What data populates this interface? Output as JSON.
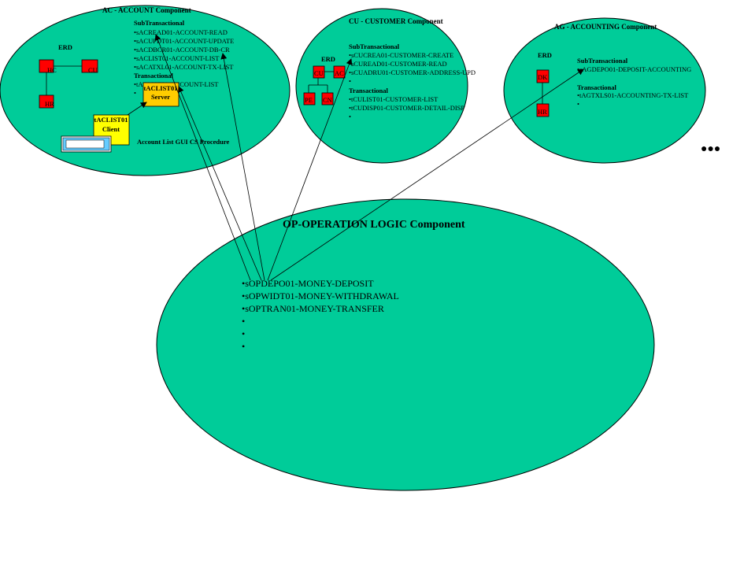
{
  "components": {
    "ac": {
      "title": "AC - ACCOUNT Component",
      "sub_heading": "SubTransactional",
      "sub_items": [
        "sACREAD01-ACCOUNT-READ",
        "sACUPDT01-ACCOUNT-UPDATE",
        "sACDBCR01-ACCOUNT-DB-CR",
        "sACLIST01-ACCOUNT-LIST",
        "sACATXL01-ACCOUNT-TX-LIST"
      ],
      "tx_heading": "Transactional",
      "tx_items": [
        "tACLIST01-ACCOUNT-LIST",
        ""
      ],
      "erd_label": "ERD",
      "entities": [
        "HC",
        "CU",
        "HR"
      ],
      "server_box": {
        "name": "tACLIST01",
        "role": "Server"
      },
      "client_box": {
        "name": "tACLIST01",
        "role": "Client"
      },
      "gui_label": "Account List GUI CS Procedure"
    },
    "cu": {
      "title": "CU - CUSTOMER Component",
      "sub_heading": "SubTransactional",
      "sub_items": [
        "sCUCREA01-CUSTOMER-CREATE",
        "sCUREAD01-CUSTOMER-READ",
        "sCUADRU01-CUSTOMER-ADDRESS-UPD",
        ""
      ],
      "tx_heading": "Transactional",
      "tx_items": [
        "tCULIST01-CUSTOMER-LIST",
        "tCUDISP01-CUSTOMER-DETAIL-DISP",
        ""
      ],
      "erd_label": "ERD",
      "entities": [
        "CU",
        "AC",
        "PE",
        "CN"
      ]
    },
    "ag": {
      "title": "AG - ACCOUNTING Component",
      "erd_label": "ERD",
      "sub_heading": "SubTransactional",
      "sub_items": [
        "sAGDEPO01-DEPOSIT-ACCOUNTING"
      ],
      "tx_heading": "Transactional",
      "tx_items": [
        "tAGTXLS01-ACCOUNTING-TX-LIST",
        ""
      ],
      "entities": [
        "DK",
        "HR"
      ]
    },
    "op": {
      "title": "OP-OPERATION LOGIC Component",
      "items": [
        "sOPDEPO01-MONEY-DEPOSIT",
        "sOPWIDT01-MONEY-WITHDRAWAL",
        "sOPTRAN01-MONEY-TRANSFER",
        "",
        "",
        ""
      ]
    }
  },
  "bullet": "•",
  "more_indicator": "●●●",
  "colors": {
    "ellipse_fill": "#00cc99",
    "entity_fill": "#ff0000",
    "server_fill": "#ffcc00",
    "client_fill": "#ffff00",
    "gui_fill": "#66ccff",
    "outline": "#000000",
    "background": "#ffffff"
  }
}
